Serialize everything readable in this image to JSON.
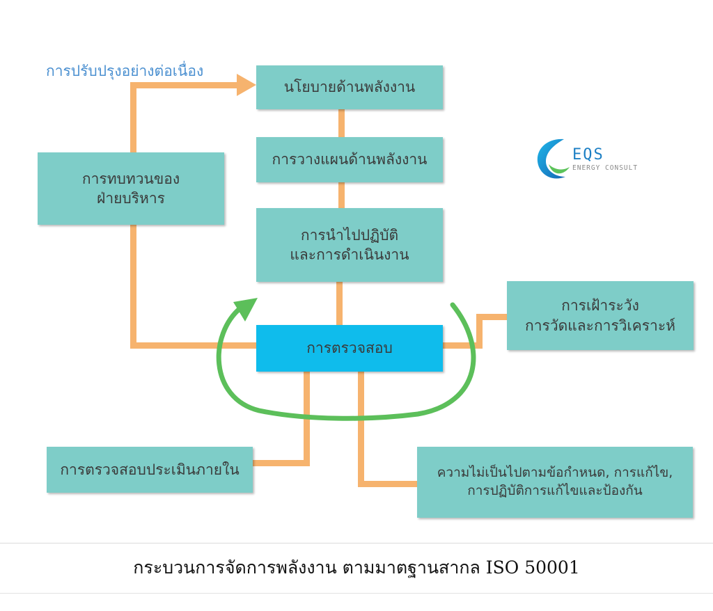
{
  "diagram": {
    "cycle_label": "การปรับปรุงอย่างต่อเนื่อง",
    "boxes": {
      "energy_policy": [
        "นโยบายด้านพลังงาน"
      ],
      "energy_planning": [
        "การวางแผนด้านพลังงาน"
      ],
      "implementation": [
        "การนำไปปฏิบัติ",
        "และการดำเนินงาน"
      ],
      "checking": [
        "การตรวจสอบ"
      ],
      "management_review": [
        "การทบทวนของ",
        "ฝ่ายบริหาร"
      ],
      "monitoring": [
        "การเฝ้าระวัง",
        "การวัดและการวิเคราะห์"
      ],
      "internal_audit": [
        "การตรวจสอบประเมินภายใน"
      ],
      "nonconformity": [
        "ความไม่เป็นไปตามข้อกำหนด, การแก้ไข,",
        "การปฏิบัติการแก้ไขและป้องกัน"
      ]
    },
    "colors": {
      "box_fill": "#7ecdc8",
      "highlight_fill": "#0fbcec",
      "connector": "#f6b36e",
      "cycle_arrow": "#5cbf5a",
      "cycle_label": "#4a8fd0"
    }
  },
  "logo": {
    "name": "EQS",
    "tagline": "ENERGY CONSULT"
  },
  "caption": "กระบวนการจัดการพลังงาน ตามมาตฐานสากล ISO 50001"
}
